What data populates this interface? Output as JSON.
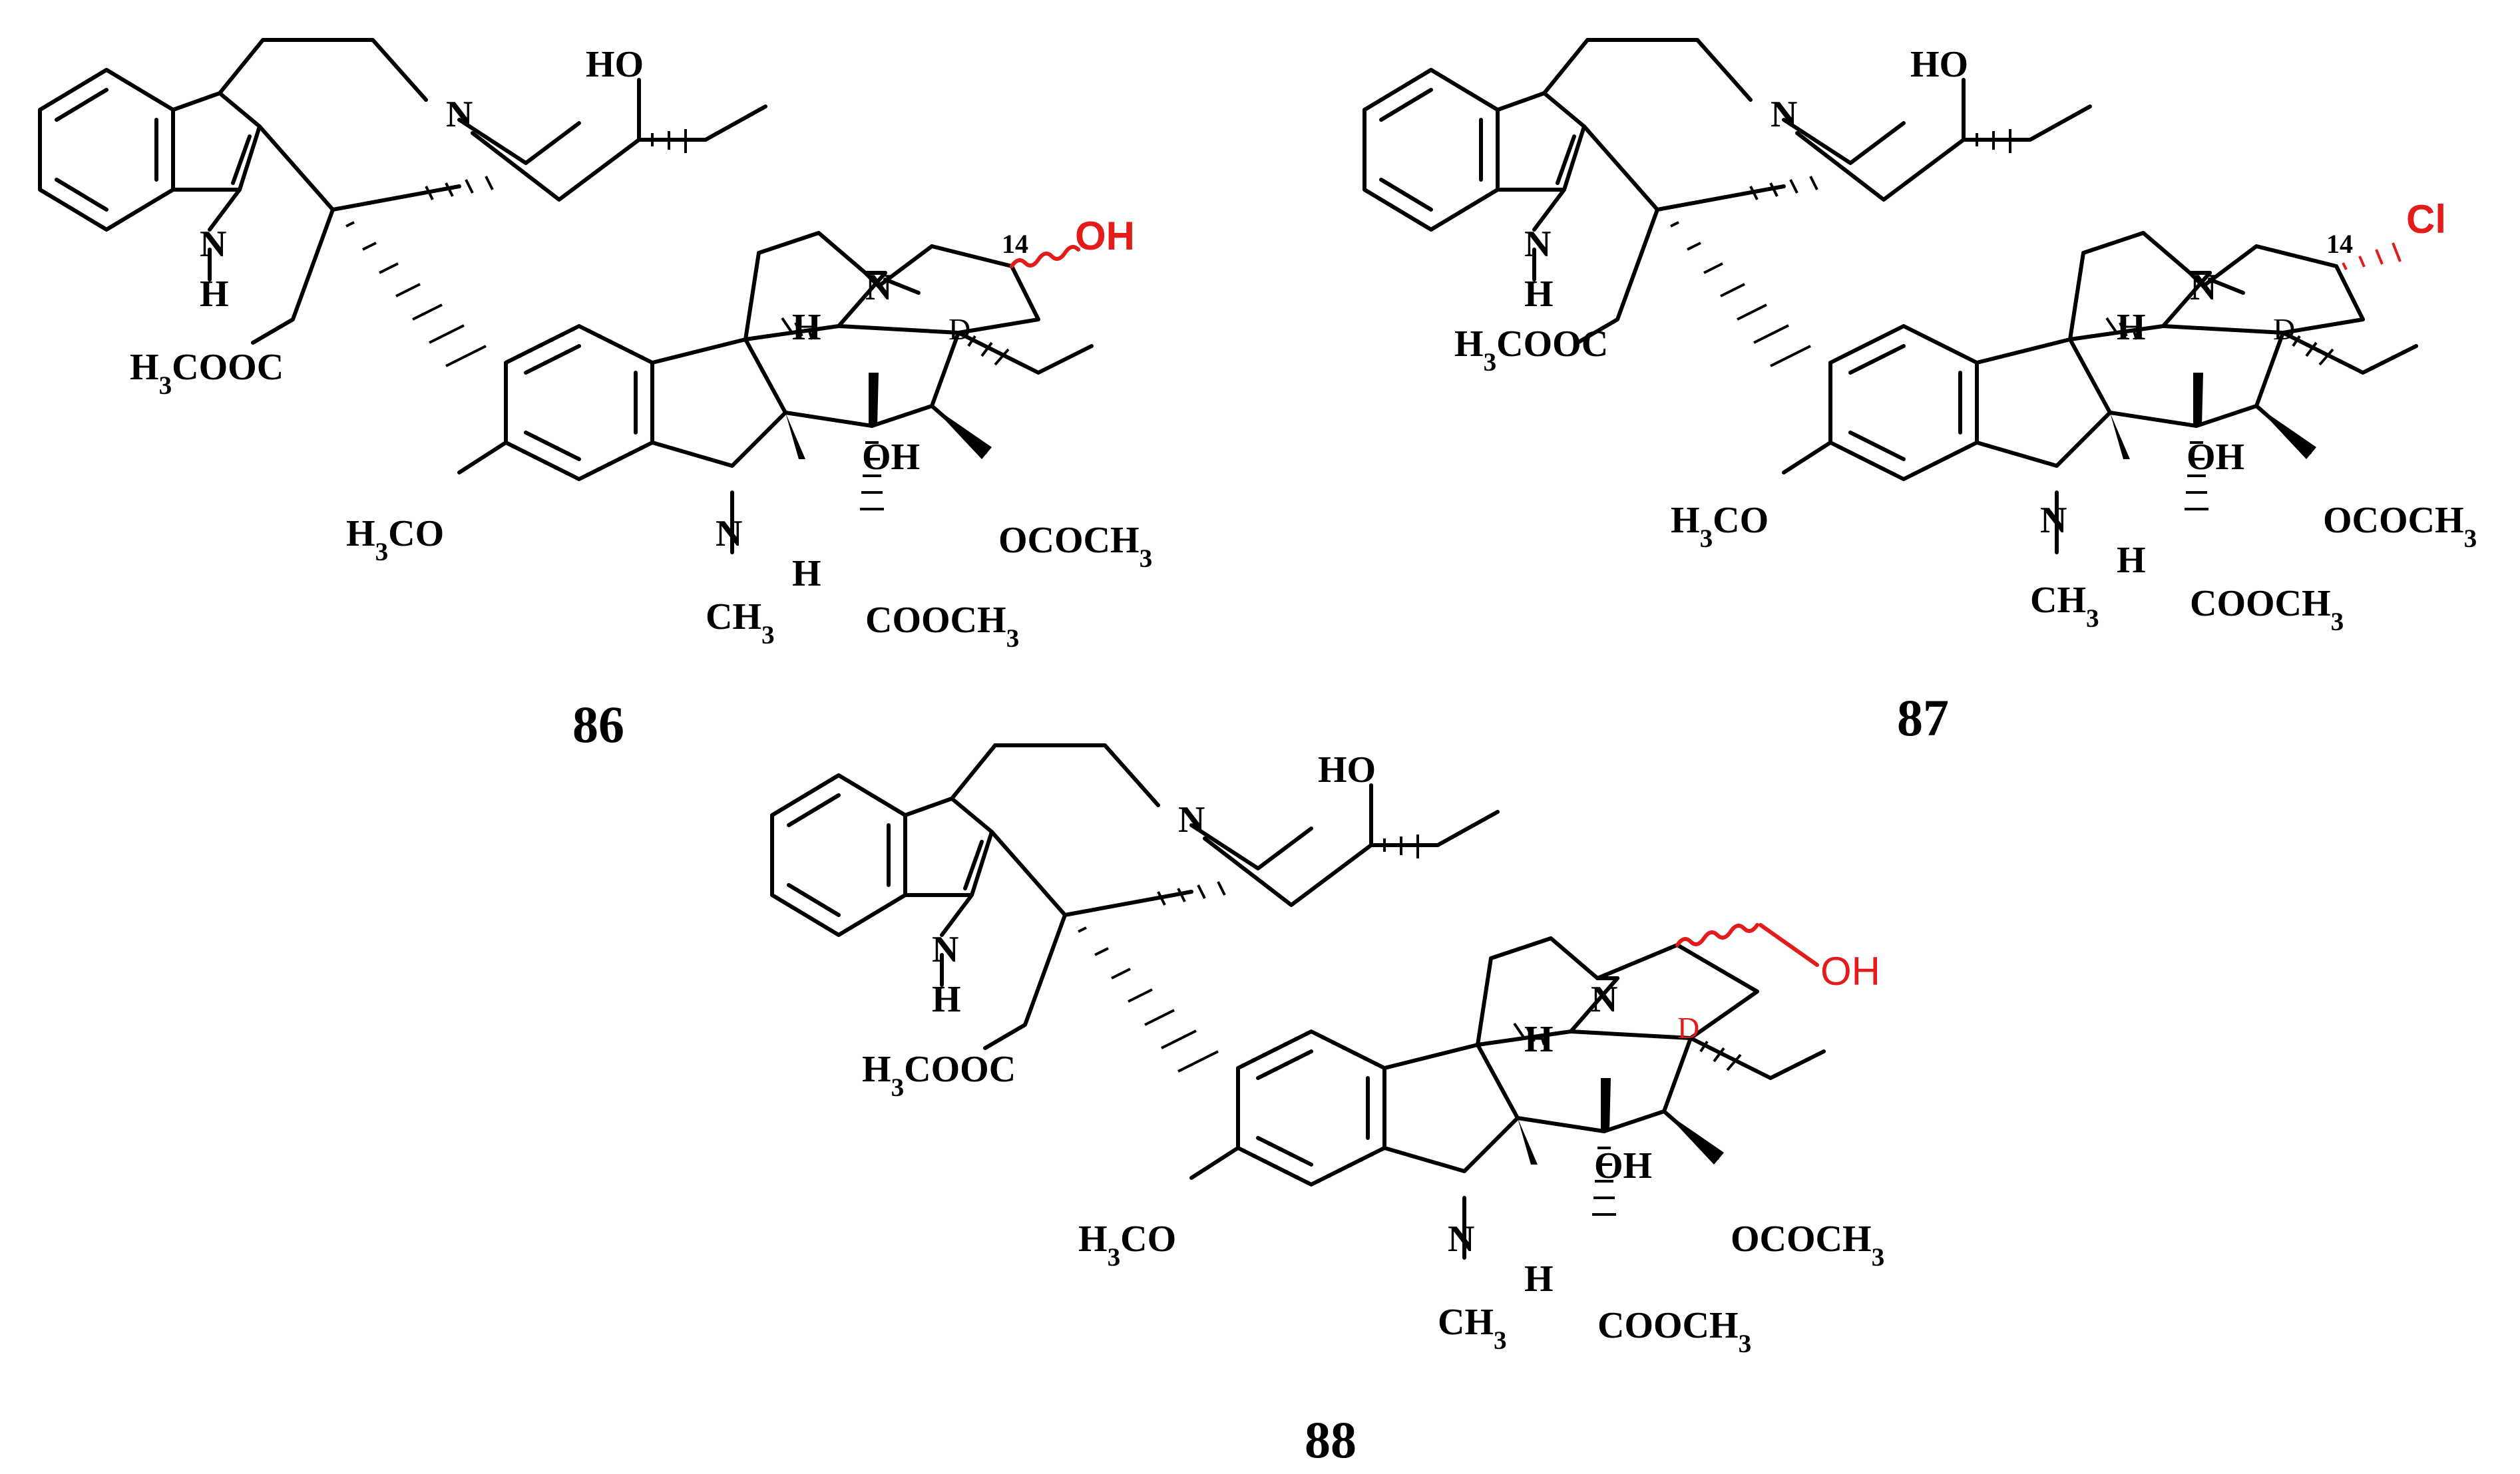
{
  "colors": {
    "ink": "#000000",
    "highlight": "#e31b1b",
    "background": "#ffffff"
  },
  "compounds": [
    {
      "number": "86",
      "labels": {
        "oh_top": "HO",
        "n_top": "N",
        "nh_n": "N",
        "nh_h": "H",
        "ester_left": "H3COOC",
        "n_bottom": "N",
        "h_bridge": "H",
        "ring_d": "D",
        "oh_mid": "OH",
        "methoxy": "H3CO",
        "n_indoline": "N",
        "h_lower": "H",
        "acetate": "OCOCH3",
        "methyl_n": "CH3",
        "ester_bottom": "COOCH3",
        "position": "14",
        "substituent": "OH"
      }
    },
    {
      "number": "87",
      "labels": {
        "oh_top": "HO",
        "n_top": "N",
        "nh_n": "N",
        "nh_h": "H",
        "ester_left": "H3COOC",
        "n_bottom": "N",
        "h_bridge": "H",
        "ring_d": "D",
        "oh_mid": "OH",
        "methoxy": "H3CO",
        "n_indoline": "N",
        "h_lower": "H",
        "acetate": "OCOCH3",
        "methyl_n": "CH3",
        "ester_bottom": "COOCH3",
        "position": "14",
        "substituent": "Cl"
      }
    },
    {
      "number": "88",
      "labels": {
        "oh_top": "HO",
        "n_top": "N",
        "nh_n": "N",
        "nh_h": "H",
        "ester_left": "H3COOC",
        "n_bottom": "N",
        "h_bridge": "H",
        "ring_d": "D",
        "oh_mid": "OH",
        "methoxy": "H3CO",
        "n_indoline": "N",
        "h_lower": "H",
        "acetate": "OCOCH3",
        "methyl_n": "CH3",
        "ester_bottom": "COOCH3",
        "substituent": "OH"
      }
    }
  ]
}
